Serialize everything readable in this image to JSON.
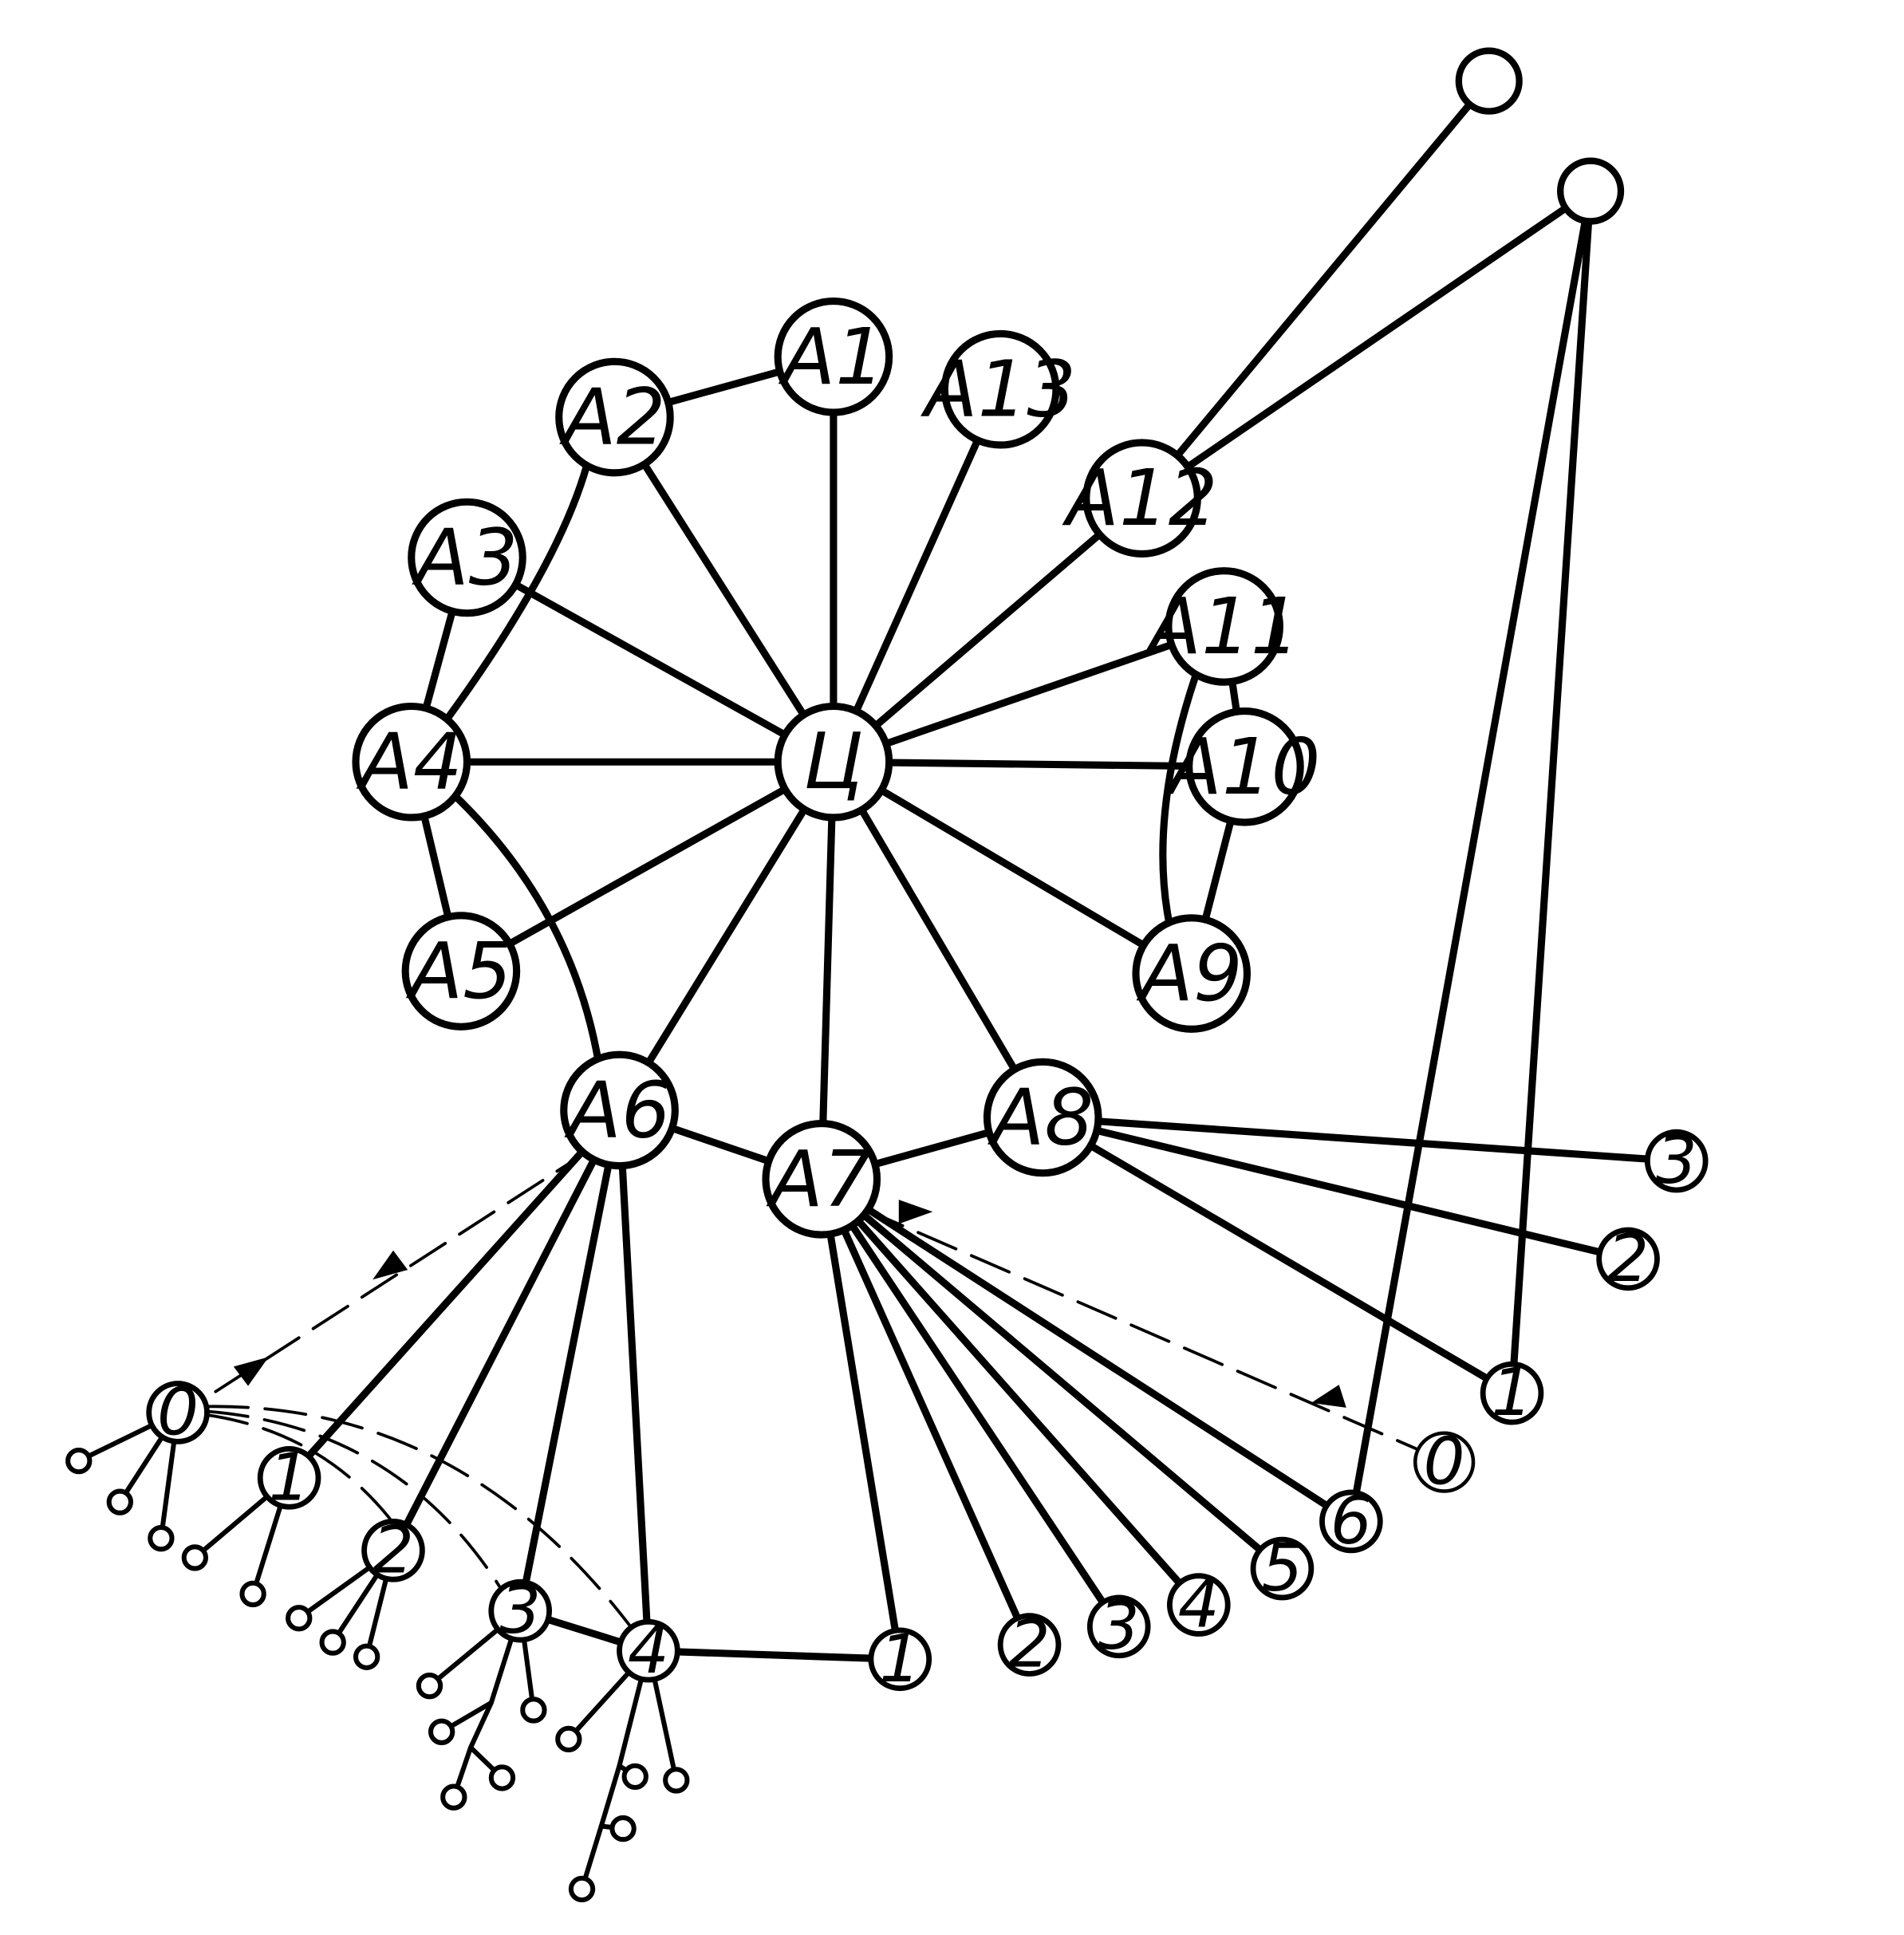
{
  "diagram": {
    "hub": {
      "label": "Ц"
    },
    "satellites": [
      "А1",
      "А2",
      "А3",
      "А4",
      "А5",
      "А6",
      "А7",
      "А8",
      "А9",
      "А10",
      "А11",
      "А12",
      "А13"
    ],
    "a6_branch_labels": [
      "0",
      "1",
      "2",
      "3",
      "4"
    ],
    "a4_chain_label": "1",
    "a7_fan_labels": [
      "2",
      "3",
      "4",
      "5",
      "6",
      "0"
    ],
    "a8_fan_labels": [
      "1",
      "2",
      "3"
    ]
  }
}
